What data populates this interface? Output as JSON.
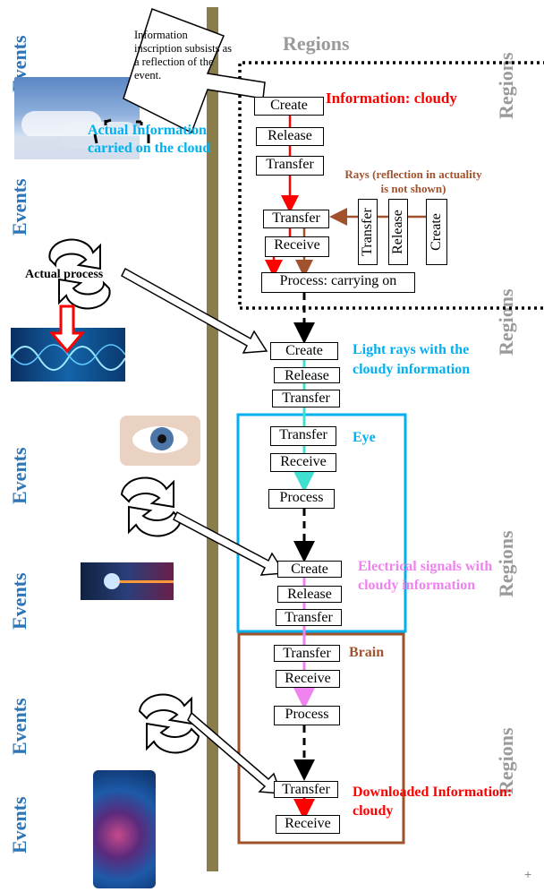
{
  "side_labels": {
    "events": "Events",
    "regions": "Regions"
  },
  "callout": "Information inscription subsists as a reflection of the event.",
  "actual_info_label": "Actual Information carried on the cloud",
  "actual_process_label": "Actual process",
  "rays_note": "Rays (reflection in actuality is not shown)",
  "titles": {
    "info_cloudy": "Information: cloudy",
    "light_rays": "Light rays with the cloudy information",
    "eye": "Eye",
    "electrical": "Electrical signals with cloudy information",
    "brain": "Brain",
    "downloaded": "Downloaded Information: cloudy"
  },
  "cloud_steps": [
    "Create",
    "Release",
    "Transfer",
    "Transfer",
    "Receive",
    "Process: carrying on"
  ],
  "rays_steps": [
    "Transfer",
    "Release",
    "Create"
  ],
  "light_steps": [
    "Create",
    "Release",
    "Transfer"
  ],
  "eye_steps": [
    "Transfer",
    "Receive",
    "Process"
  ],
  "signal_steps": [
    "Create",
    "Release",
    "Transfer"
  ],
  "brain_steps": [
    "Transfer",
    "Receive",
    "Process",
    "Transfer",
    "Receive"
  ],
  "colors": {
    "events": "#2E75B6",
    "regions": "#9A9A9A",
    "red": "#FF0000",
    "cyan": "#00B0F0",
    "pink": "#EE82EE",
    "brown": "#A0522D",
    "teal": "#40E0D0",
    "pole": "#8B7D4B"
  },
  "corner_mark": "+"
}
